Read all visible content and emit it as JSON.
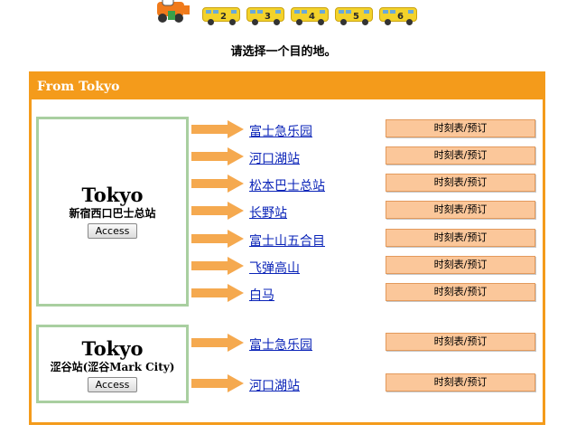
{
  "steps": [
    "2",
    "3",
    "4",
    "5",
    "6"
  ],
  "prompt": "请选择一个目的地。",
  "section_title": "From Tokyo",
  "origins": [
    {
      "city": "Tokyo",
      "station": "新宿西口巴士总站",
      "access_label": "Access",
      "routes": [
        {
          "dest": "富士急乐园",
          "button": "时刻表/预订"
        },
        {
          "dest": "河口湖站",
          "button": "时刻表/预订"
        },
        {
          "dest": "松本巴士总站",
          "button": "时刻表/预订"
        },
        {
          "dest": "长野站",
          "button": "时刻表/预订"
        },
        {
          "dest": "富士山五合目",
          "button": "时刻表/预订"
        },
        {
          "dest": "飞弹高山",
          "button": "时刻表/预订"
        },
        {
          "dest": "白马",
          "button": "时刻表/预订"
        }
      ]
    },
    {
      "city": "Tokyo",
      "station": "涩谷站(涩谷Mark City)",
      "access_label": "Access",
      "routes": [
        {
          "dest": "富士急乐园",
          "button": "时刻表/预订"
        },
        {
          "dest": "河口湖站",
          "button": "时刻表/预订"
        }
      ]
    }
  ],
  "colors": {
    "frame": "#f49b1b",
    "origin_border": "#a9cfa0",
    "button": "#fbc79a",
    "link": "#0b24b8",
    "arrow": "#f5a94f"
  }
}
